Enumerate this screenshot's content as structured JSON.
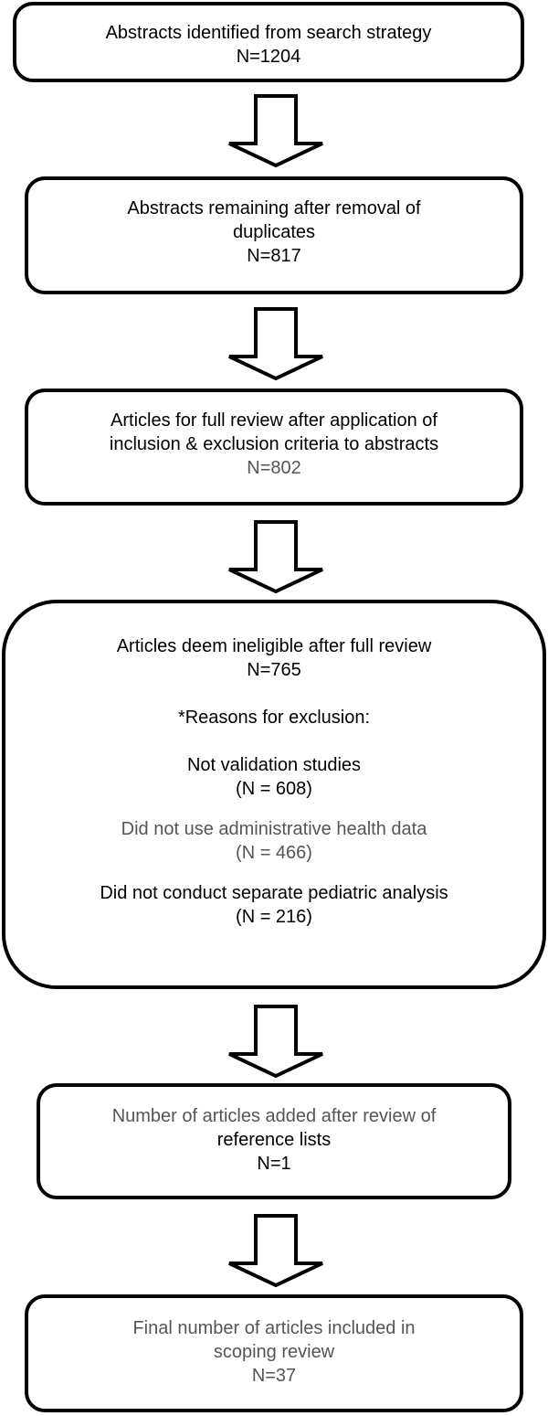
{
  "flow": {
    "step1": {
      "title": "Abstracts identified from search strategy",
      "count": "N=1204"
    },
    "step2": {
      "title_line1": "Abstracts remaining after removal of",
      "title_line2": "duplicates",
      "count": "N=817"
    },
    "step3": {
      "title_line1": "Articles for full review after application of",
      "title_line2": "inclusion & exclusion criteria to abstracts",
      "count": "N=802"
    },
    "step4": {
      "title": "Articles deem ineligible after full review",
      "count": "N=765",
      "reasons_heading": "*Reasons for exclusion:",
      "reasons": [
        {
          "label": "Not validation studies",
          "count": "(N = 608)"
        },
        {
          "label": "Did not use administrative health data",
          "count": "(N = 466)"
        },
        {
          "label": "Did not conduct separate pediatric analysis",
          "count": "(N = 216)"
        }
      ]
    },
    "step5": {
      "title_line1": "Number of articles added after review of",
      "title_line2": "reference lists",
      "count": "N=1"
    },
    "step6": {
      "title_line1": "Final number of articles included in",
      "title_line2": "scoping review",
      "count": "N=37"
    }
  }
}
